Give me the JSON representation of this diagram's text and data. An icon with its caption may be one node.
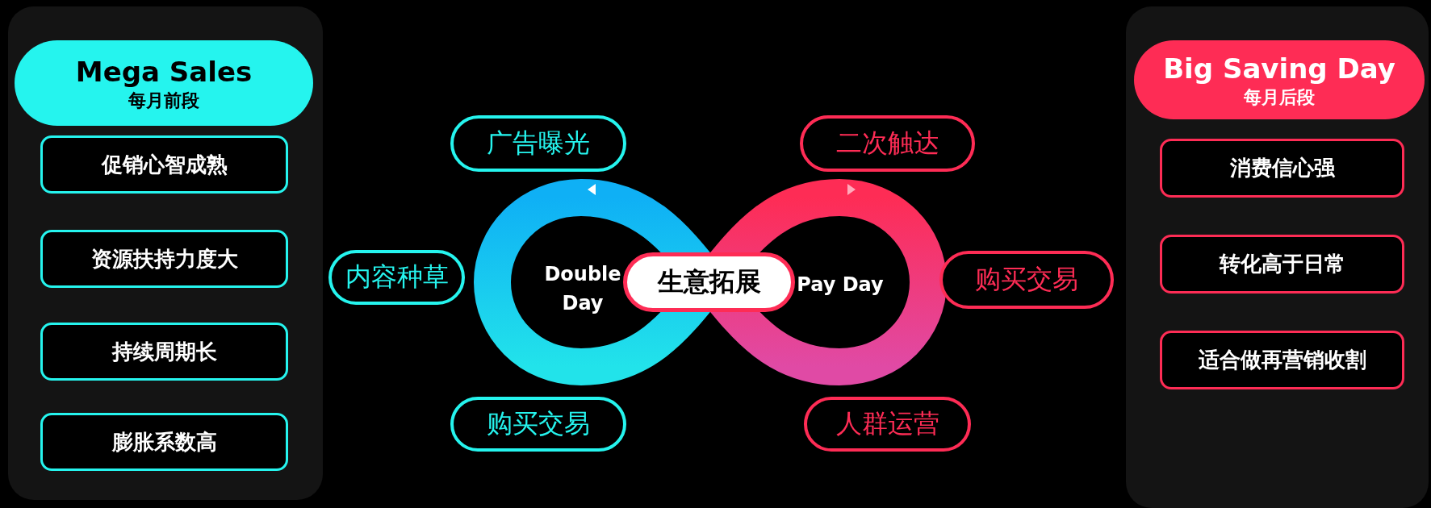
{
  "diagram": {
    "nodes": [
      {
        "text": [],
        "shape": "box"
      },
      {
        "text": [
          "Mega Sales",
          "每月前段"
        ],
        "in": 0
      },
      {
        "text": [
          "促销心智成熟"
        ],
        "in": 0
      },
      {
        "text": [
          "资源扶持力度大"
        ],
        "in": 0
      },
      {
        "text": [
          "持续周期长"
        ],
        "in": 0
      },
      {
        "text": [
          "膨胀系数高"
        ],
        "in": 0
      },
      {
        "text": [],
        "shape": "box"
      },
      {
        "text": [
          "Big Saving Day",
          "每月后段"
        ],
        "in": 6
      },
      {
        "text": [
          "消费信心强"
        ],
        "in": 6
      },
      {
        "text": [
          "转化高于日常"
        ],
        "in": 6
      },
      {
        "text": [
          "适合做再营销收割"
        ],
        "in": 6
      },
      {
        "text": [
          "广告曝光"
        ]
      },
      {
        "text": [
          "内容种草"
        ]
      },
      {
        "text": [
          "购买交易"
        ]
      },
      {
        "text": [
          "Double Day"
        ]
      },
      {
        "text": [
          "生意拓展"
        ]
      },
      {
        "text": [
          "Pay Day"
        ]
      },
      {
        "text": [
          "二次触达"
        ]
      },
      {
        "text": [
          "购买交易"
        ]
      },
      {
        "text": [
          "人群运营"
        ]
      }
    ]
  }
}
